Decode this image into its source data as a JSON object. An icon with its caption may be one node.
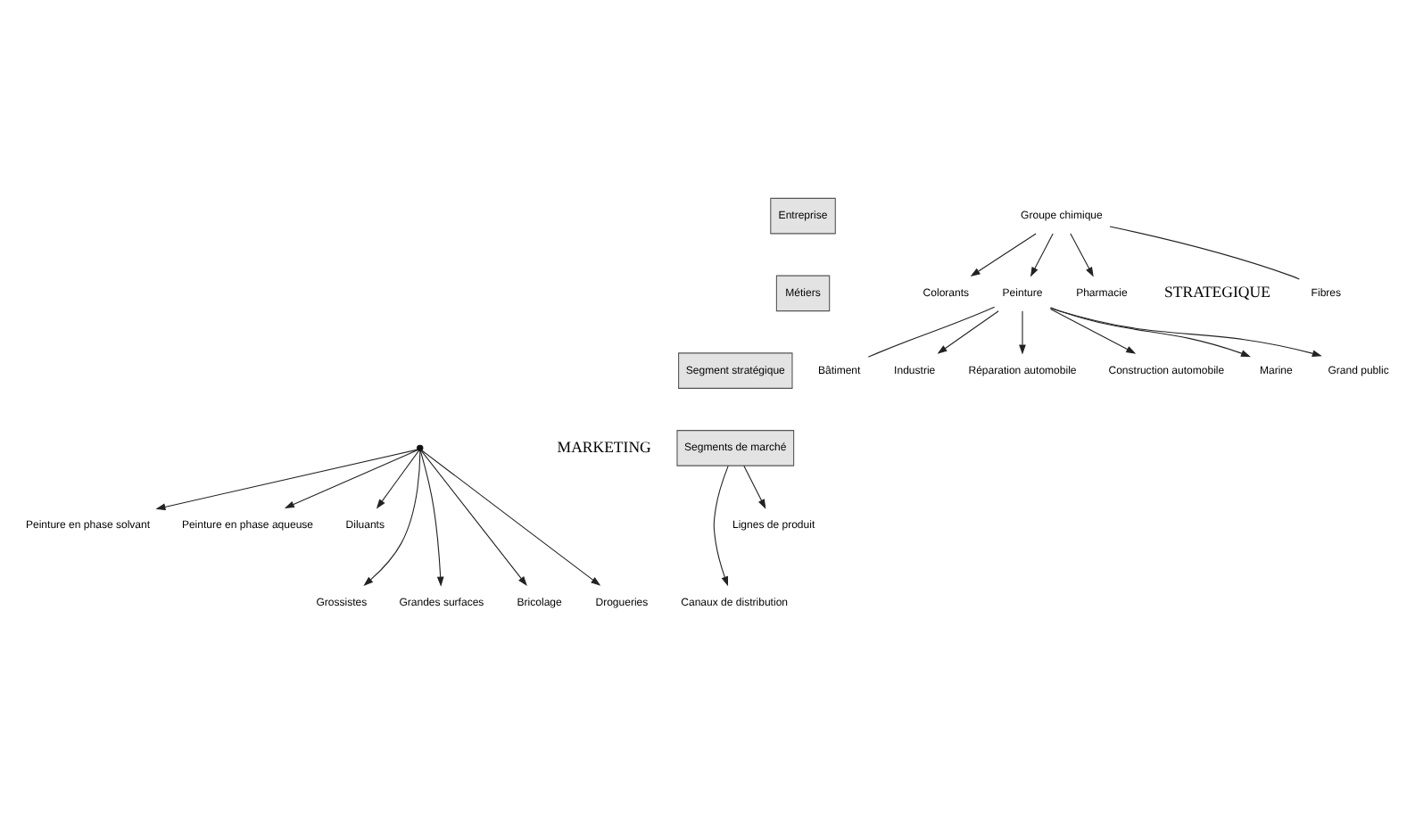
{
  "diagram": {
    "nodes": [
      {
        "text": [
          "Entreprise"
        ]
      },
      {
        "text": [
          "Métiers"
        ]
      },
      {
        "text": [
          "Segment stratégique"
        ]
      },
      {
        "text": [
          "Groupe chimique"
        ]
      },
      {
        "text": [
          "Pharmacie"
        ]
      },
      {
        "text": [
          "Fibres"
        ]
      },
      {
        "text": [
          "Colorants"
        ]
      },
      {
        "text": [
          "Peinture"
        ]
      },
      {
        "text": [
          "Grand public"
        ]
      },
      {
        "text": [
          "Bâtiment"
        ]
      },
      {
        "text": [
          "Industrie"
        ]
      },
      {
        "text": [
          "Réparation automobile"
        ]
      },
      {
        "text": [
          "Construction automobile"
        ]
      },
      {
        "text": [
          "Marine"
        ]
      },
      {
        "text": [],
        "shape": "circle"
      },
      {
        "text": [
          "Segments de marché"
        ]
      },
      {
        "text": [
          "Lignes de produit"
        ]
      },
      {
        "text": [
          "Canaux de distribution"
        ]
      },
      {
        "text": [
          "Peinture en phase solvant"
        ]
      },
      {
        "text": [
          "Peinture en phase aqueuse"
        ]
      },
      {
        "text": [
          "Diluants"
        ]
      },
      {
        "text": [
          "Grossistes"
        ]
      },
      {
        "text": [
          "Grandes surfaces"
        ]
      },
      {
        "text": [
          "Bricolage"
        ]
      },
      {
        "text": [
          "Drogueries"
        ]
      }
    ],
    "edges": [
      {
        "from": 3,
        "to": 4,
        "arrow": "to"
      },
      {
        "from": 3,
        "to": 5,
        "arrow": "none"
      },
      {
        "from": 3,
        "to": 6,
        "arrow": "to"
      },
      {
        "from": 3,
        "to": 7,
        "arrow": "to"
      },
      {
        "from": 7,
        "to": 8,
        "arrow": "to"
      },
      {
        "from": 7,
        "to": 9,
        "arrow": "none"
      },
      {
        "from": 7,
        "to": 10,
        "arrow": "to"
      },
      {
        "from": 7,
        "to": 11,
        "arrow": "to"
      },
      {
        "from": 7,
        "to": 12,
        "arrow": "to"
      },
      {
        "from": 7,
        "to": 13,
        "arrow": "to"
      },
      {
        "from": 14,
        "to": 18,
        "arrow": "to"
      },
      {
        "from": 14,
        "to": 19,
        "arrow": "to"
      },
      {
        "from": 14,
        "to": 20,
        "arrow": "to"
      },
      {
        "from": 14,
        "to": 21,
        "arrow": "to"
      },
      {
        "from": 14,
        "to": 22,
        "arrow": "to"
      },
      {
        "from": 14,
        "to": 23,
        "arrow": "to"
      },
      {
        "from": 14,
        "to": 24,
        "arrow": "to"
      },
      {
        "from": 15,
        "to": 16,
        "arrow": "to"
      },
      {
        "from": 15,
        "to": 17,
        "arrow": "to"
      }
    ],
    "labels": [
      "STRATEGIQUE",
      "MARKETING"
    ]
  }
}
